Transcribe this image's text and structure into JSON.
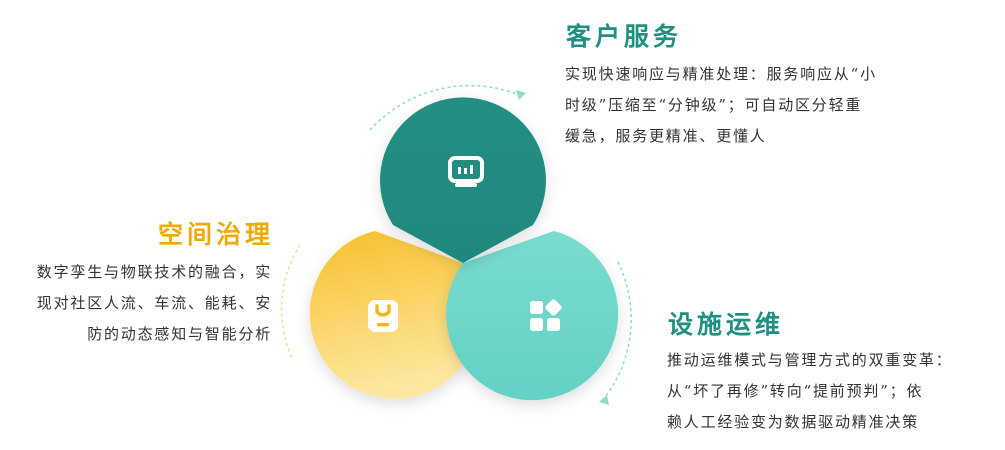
{
  "colors": {
    "customer": "#1f8f82",
    "facility": "#6cd3c6",
    "space": "#f3b613",
    "title_teal": "#1f8f82",
    "title_orange": "#f0a90a",
    "text": "#333333",
    "dash": "#8fdccd"
  },
  "blocks": {
    "customer_service": {
      "title": "客户服务",
      "lines": [
        "实现快速响应与精准处理：服务响应从“小",
        "时级”压缩至“分钟级”；可自动区分轻重",
        "缓急，服务更精准、更懂人"
      ],
      "icon": "chart-screen-icon"
    },
    "space_governance": {
      "title": "空间治理",
      "lines": [
        "数字孪生与物联技术的融合，实",
        "现对社区人流、车流、能耗、安",
        "防的动态感知与智能分析"
      ],
      "icon": "clipboard-icon"
    },
    "facility_ops": {
      "title": "设施运维",
      "lines": [
        "推动运维模式与管理方式的双重变革：",
        "从“坏了再修”转向“提前预判”；依",
        "赖人工经验变为数据驱动精准决策"
      ],
      "icon": "apps-grid-icon"
    }
  }
}
